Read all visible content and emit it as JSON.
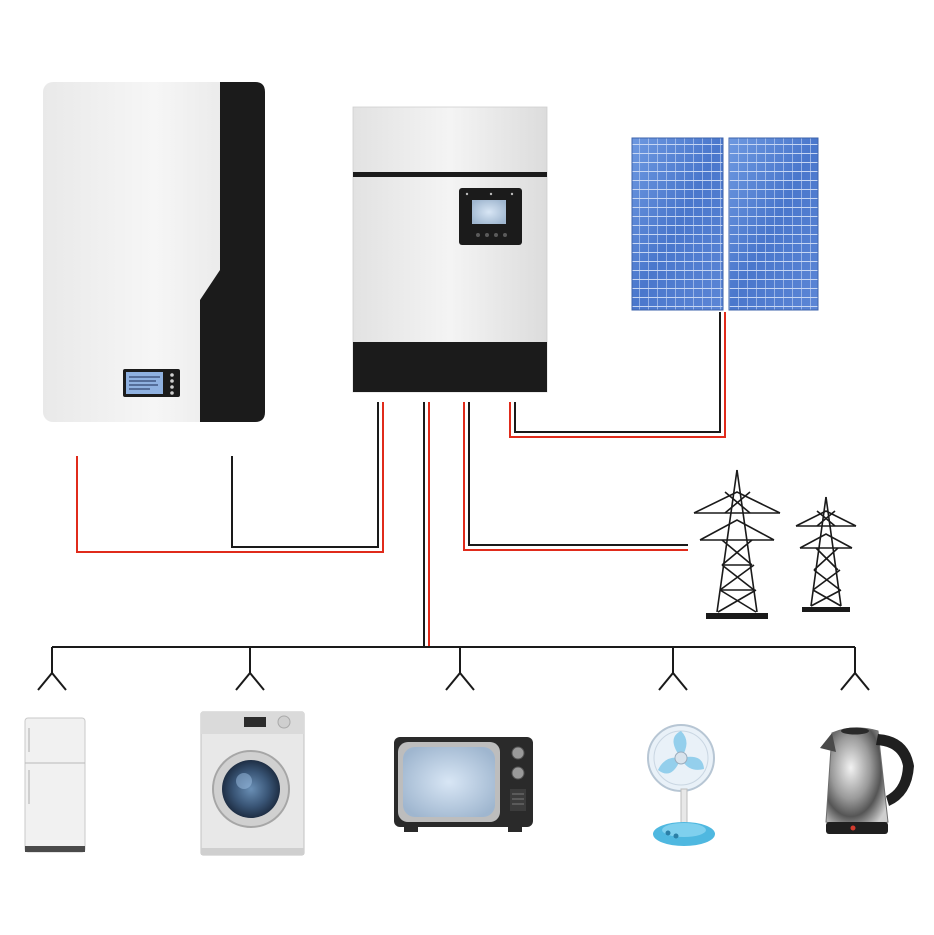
{
  "colors": {
    "wire_red": "#e02b1b",
    "wire_black": "#1a1a1a",
    "panel_blue": "#4f7fd0",
    "device_white": "#efefef",
    "device_black": "#1b1b1b"
  },
  "components": {
    "battery": {
      "icon": "wall-battery-icon",
      "has_display": true
    },
    "inverter": {
      "icon": "hybrid-inverter-icon",
      "has_display": true,
      "buttons": 4
    },
    "solar": {
      "icon": "solar-panel-icon",
      "panels": 2
    },
    "grid": {
      "icon": "power-tower-icon",
      "towers": 2
    }
  },
  "loads": [
    {
      "icon": "refrigerator-icon"
    },
    {
      "icon": "washing-machine-icon"
    },
    {
      "icon": "television-icon"
    },
    {
      "icon": "electric-fan-icon"
    },
    {
      "icon": "electric-kettle-icon"
    }
  ]
}
